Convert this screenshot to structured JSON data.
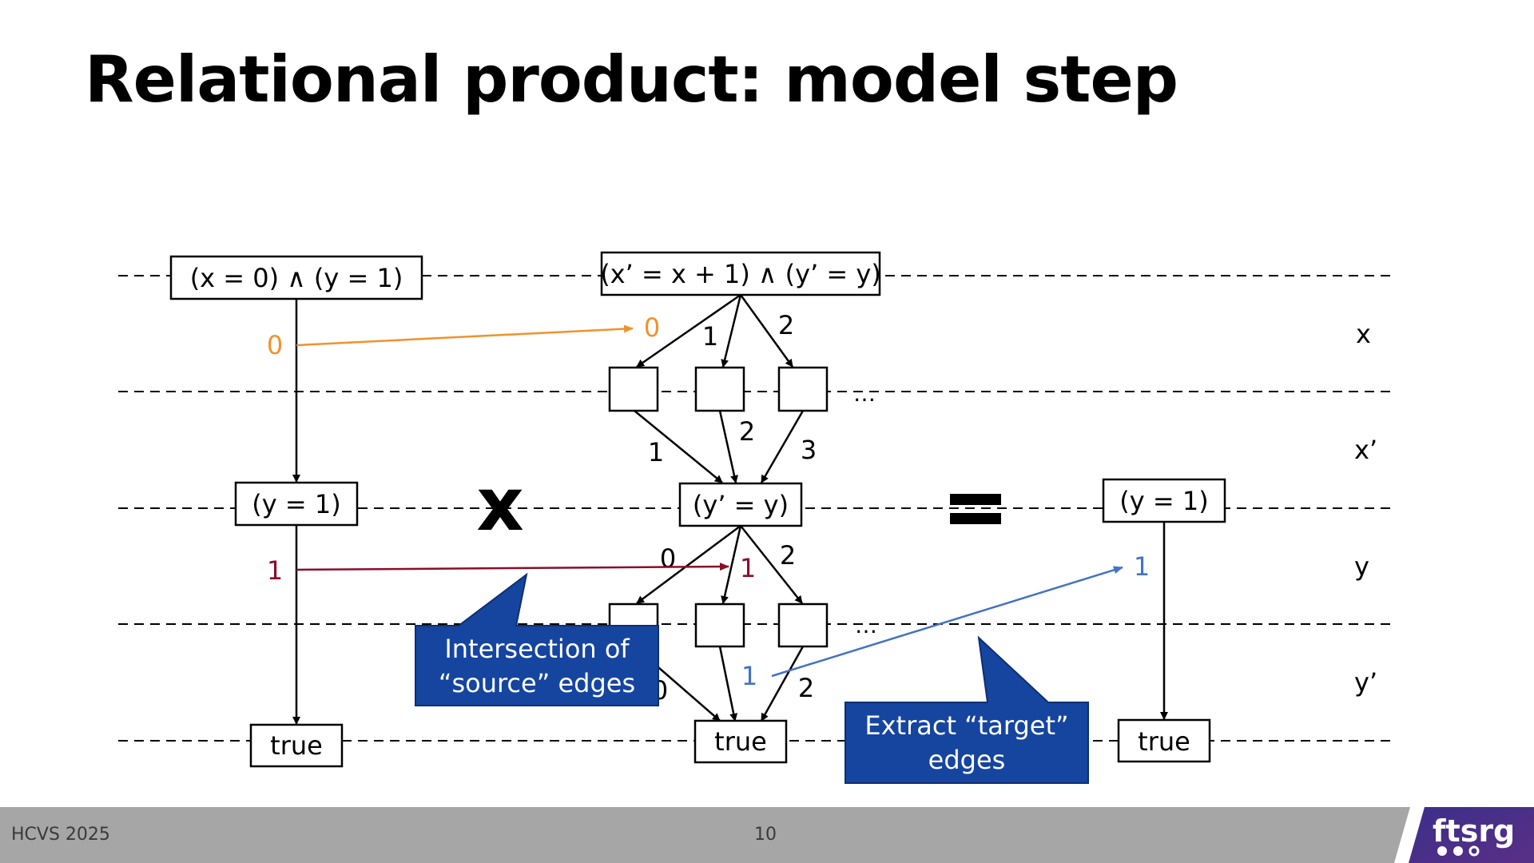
{
  "slide": {
    "title": "Relational product: model step",
    "footer_left": "HCVS 2025",
    "page_number": "10",
    "logo_text": "ftsrg"
  },
  "colors": {
    "orange": "#f0922b",
    "dark_red": "#8b0e2a",
    "blue_edge": "#4472c4",
    "callout_fill": "#1645a0"
  },
  "diagram": {
    "level_labels": [
      "x",
      "x’",
      "y",
      "y’"
    ],
    "left": {
      "top_node": "(x = 0) ∧ (y = 1)",
      "x_edge": "0",
      "mid_node": "(y = 1)",
      "y_edge": "1",
      "terminal": "true"
    },
    "operator_times": "x",
    "middle": {
      "top_node": "(x’ = x + 1) ∧ (y’ = y)",
      "x_edges": [
        "0",
        "1",
        "2"
      ],
      "x_ellipsis": "…",
      "xp_edges": [
        "1",
        "2",
        "3"
      ],
      "mid_node": "(y’ = y)",
      "y_edges": [
        "0",
        "1",
        "2"
      ],
      "y_ellipsis": "…",
      "yp_edges": [
        "0",
        "1",
        "2"
      ],
      "terminal": "true"
    },
    "right": {
      "top_node": "(y = 1)",
      "y_edge": "1",
      "terminal": "true"
    },
    "callout_source": [
      "Intersection of",
      "“source” edges"
    ],
    "callout_target": [
      "Extract “target”",
      "edges"
    ]
  }
}
